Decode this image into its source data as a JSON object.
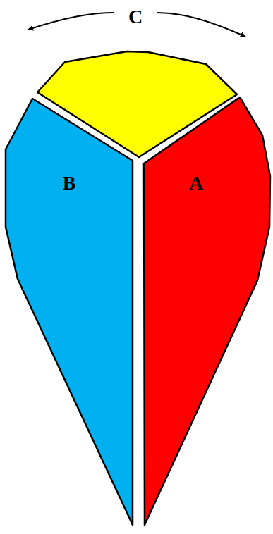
{
  "diagram": {
    "nodes": [
      {
        "text": [
          "B"
        ]
      },
      {
        "text": [
          "A"
        ]
      }
    ],
    "labels": [
      "C"
    ]
  }
}
